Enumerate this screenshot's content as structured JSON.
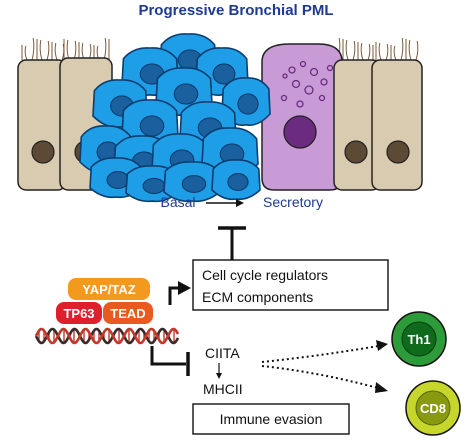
{
  "title": "Progressive Bronchial PML",
  "differentiation": {
    "from": "Basal",
    "to": "Secretory"
  },
  "complex": {
    "coactivator": "YAP/TAZ",
    "factor_left": "TP63",
    "factor_right": "TEAD"
  },
  "targets": {
    "line1": "Cell cycle regulators",
    "line2": "ECM components"
  },
  "immune": {
    "gene1": "CIITA",
    "gene2": "MHCII",
    "outcome": "Immune evasion"
  },
  "cells": {
    "th1": "Th1",
    "cd8": "CD8"
  },
  "colors": {
    "title": "#1f3a93",
    "basal_fill": "#1f9ee8",
    "basal_outline": "#0b3e6e",
    "basal_nucleus": "#1a5f9e",
    "ciliated_fill": "#d9cbb0",
    "ciliated_nucleus": "#5d4a35",
    "secretory_fill": "#c89bd6",
    "secretory_nucleus": "#6b2c80",
    "yap_taz": "#f39a1e",
    "tp63": "#e01f2d",
    "tead": "#e85a1f",
    "dna_red": "#c0392b",
    "dna_dark": "#3b2a2a",
    "th1_fill": "#2e9b3a",
    "cd8_fill": "#c7d62a"
  }
}
